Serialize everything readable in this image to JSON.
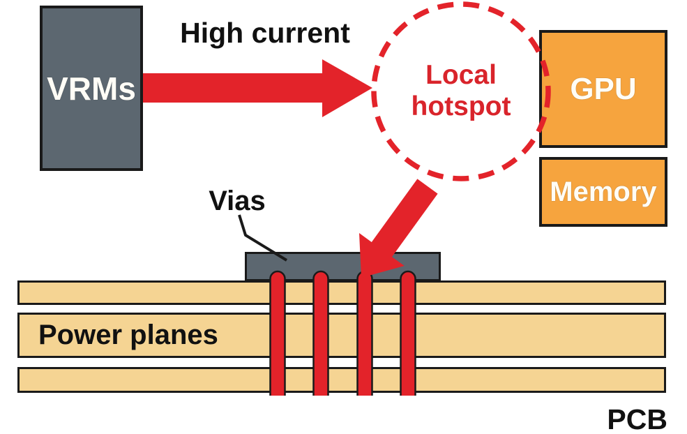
{
  "diagram": {
    "vrms": {
      "label": "VRMs"
    },
    "flow": {
      "label": "High current"
    },
    "hotspot": {
      "line1": "Local",
      "line2": "hotspot"
    },
    "gpu": {
      "label": "GPU"
    },
    "memory": {
      "label": "Memory"
    },
    "vias": {
      "label": "Vias",
      "count": 4
    },
    "power_planes": {
      "label": "Power planes",
      "layer_count": 3
    },
    "pcb": {
      "label": "PCB"
    },
    "colors": {
      "box_gray": "#5C6770",
      "accent_orange": "#F6A43E",
      "arrow_red": "#E3232A",
      "hotspot_text_red": "#D9242B",
      "plane_tan": "#F5D493",
      "outline_black": "#1A1A1A"
    }
  }
}
